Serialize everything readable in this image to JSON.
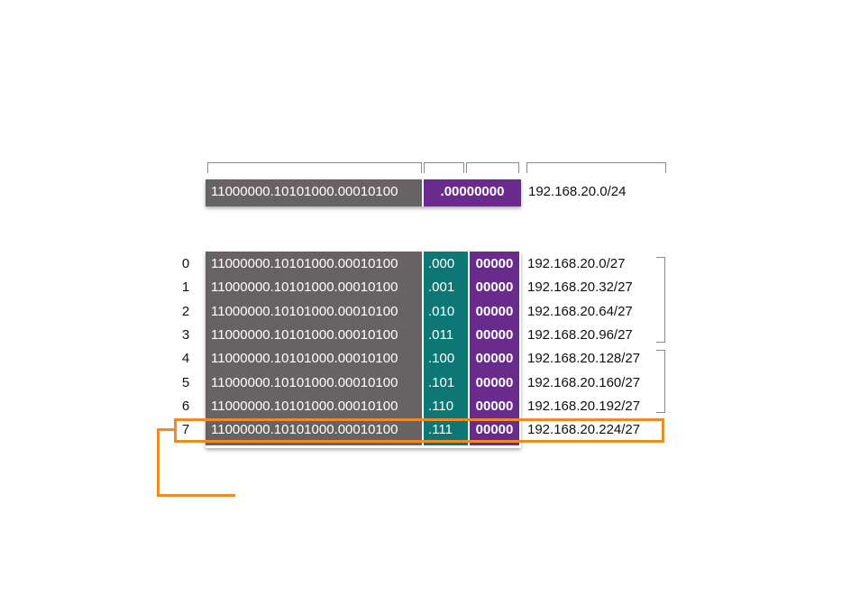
{
  "top": {
    "network_bits": "11000000.10101000.00010100",
    "host_bits": ".00000000",
    "address": "192.168.20.0/24"
  },
  "rows": [
    {
      "index": "0",
      "network": "11000000.10101000.00010100",
      "subnet": ".000",
      "host": "00000",
      "address": "192.168.20.0/27"
    },
    {
      "index": "1",
      "network": "11000000.10101000.00010100",
      "subnet": ".001",
      "host": "00000",
      "address": "192.168.20.32/27"
    },
    {
      "index": "2",
      "network": "11000000.10101000.00010100",
      "subnet": ".010",
      "host": "00000",
      "address": "192.168.20.64/27"
    },
    {
      "index": "3",
      "network": "11000000.10101000.00010100",
      "subnet": ".011",
      "host": "00000",
      "address": "192.168.20.96/27"
    },
    {
      "index": "4",
      "network": "11000000.10101000.00010100",
      "subnet": ".100",
      "host": "00000",
      "address": "192.168.20.128/27"
    },
    {
      "index": "5",
      "network": "11000000.10101000.00010100",
      "subnet": ".101",
      "host": "00000",
      "address": "192.168.20.160/27"
    },
    {
      "index": "6",
      "network": "11000000.10101000.00010100",
      "subnet": ".110",
      "host": "00000",
      "address": "192.168.20.192/27"
    },
    {
      "index": "7",
      "network": "11000000.10101000.00010100",
      "subnet": ".111",
      "host": "00000",
      "address": "192.168.20.224/27"
    }
  ],
  "highlighted_row": "7",
  "colors": {
    "network": "#676364",
    "subnet": "#0c7774",
    "host": "#6a2c8c",
    "highlight": "#f08a24"
  }
}
